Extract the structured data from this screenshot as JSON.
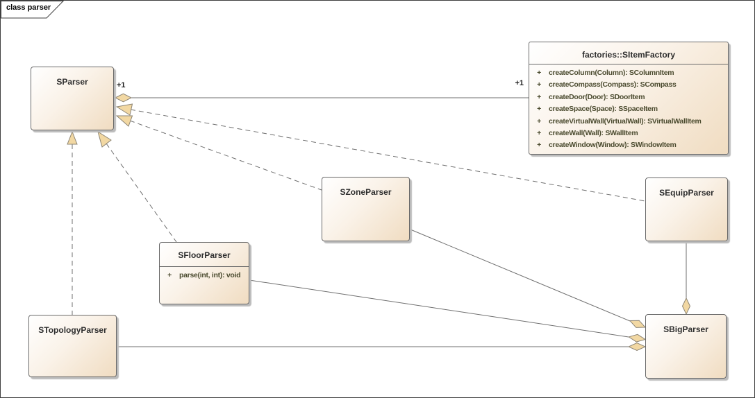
{
  "diagram": {
    "title": "class parser"
  },
  "classes": {
    "sparser": {
      "name": "SParser"
    },
    "sitemfactory": {
      "name": "factories::SItemFactory",
      "methods": [
        {
          "vis": "+",
          "sig": "createColumn(Column): SColumnItem"
        },
        {
          "vis": "+",
          "sig": "createCompass(Compass): SCompass"
        },
        {
          "vis": "+",
          "sig": "createDoor(Door): SDoorItem"
        },
        {
          "vis": "+",
          "sig": "createSpace(Space): SSpaceItem"
        },
        {
          "vis": "+",
          "sig": "createVirtualWall(VirtualWall): SVirtualWallItem"
        },
        {
          "vis": "+",
          "sig": "createWall(Wall): SWallItem"
        },
        {
          "vis": "+",
          "sig": "createWindow(Window): SWindowItem"
        }
      ]
    },
    "szoneparser": {
      "name": "SZoneParser"
    },
    "sequipparser": {
      "name": "SEquipParser"
    },
    "sfloorparser": {
      "name": "SFloorParser",
      "methods": [
        {
          "vis": "+",
          "sig": "parse(int, int): void"
        }
      ]
    },
    "stopologyparser": {
      "name": "STopologyParser"
    },
    "sbigparser": {
      "name": "SBigParser"
    }
  },
  "relationships": [
    {
      "type": "aggregation",
      "from": "SParser",
      "to": "factories::SItemFactory",
      "from_label": "+1",
      "to_label": "+1"
    },
    {
      "type": "realization",
      "from": "SEquipParser",
      "to": "SParser"
    },
    {
      "type": "realization",
      "from": "SZoneParser",
      "to": "SParser"
    },
    {
      "type": "realization",
      "from": "SFloorParser",
      "to": "SParser"
    },
    {
      "type": "realization",
      "from": "STopologyParser",
      "to": "SParser"
    },
    {
      "type": "aggregation",
      "from": "SBigParser",
      "to": "SZoneParser"
    },
    {
      "type": "aggregation",
      "from": "SBigParser",
      "to": "SFloorParser"
    },
    {
      "type": "aggregation",
      "from": "SBigParser",
      "to": "STopologyParser"
    },
    {
      "type": "aggregation",
      "from": "SBigParser",
      "to": "SEquipParser"
    }
  ],
  "colors": {
    "box_fill_start": "#ffffff",
    "box_fill_end": "#f0dcc1",
    "box_border": "#686868",
    "connector": "#6f6f6f",
    "arrow_fill": "#f2d8a3",
    "arrow_stroke": "#8c8474",
    "method_text": "#4b4b2f",
    "name_text": "#2e2e2e",
    "frame_border": "#3f3f3f"
  }
}
